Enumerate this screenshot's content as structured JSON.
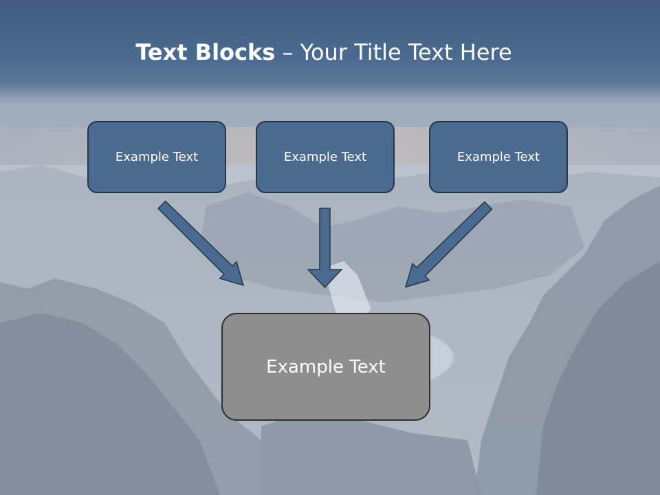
{
  "title": {
    "bold": "Text Blocks",
    "rest": " – Your Title Text Here"
  },
  "boxes": [
    {
      "label": "Example Text"
    },
    {
      "label": "Example Text"
    },
    {
      "label": "Example Text"
    }
  ],
  "target": {
    "label": "Example Text"
  },
  "colors": {
    "title_band": "#4a6a8f",
    "box_fill": "#4a6a8f",
    "box_border": "#24364d",
    "target_fill": "#8e8e8e",
    "arrow_fill": "#4a6a8f"
  }
}
